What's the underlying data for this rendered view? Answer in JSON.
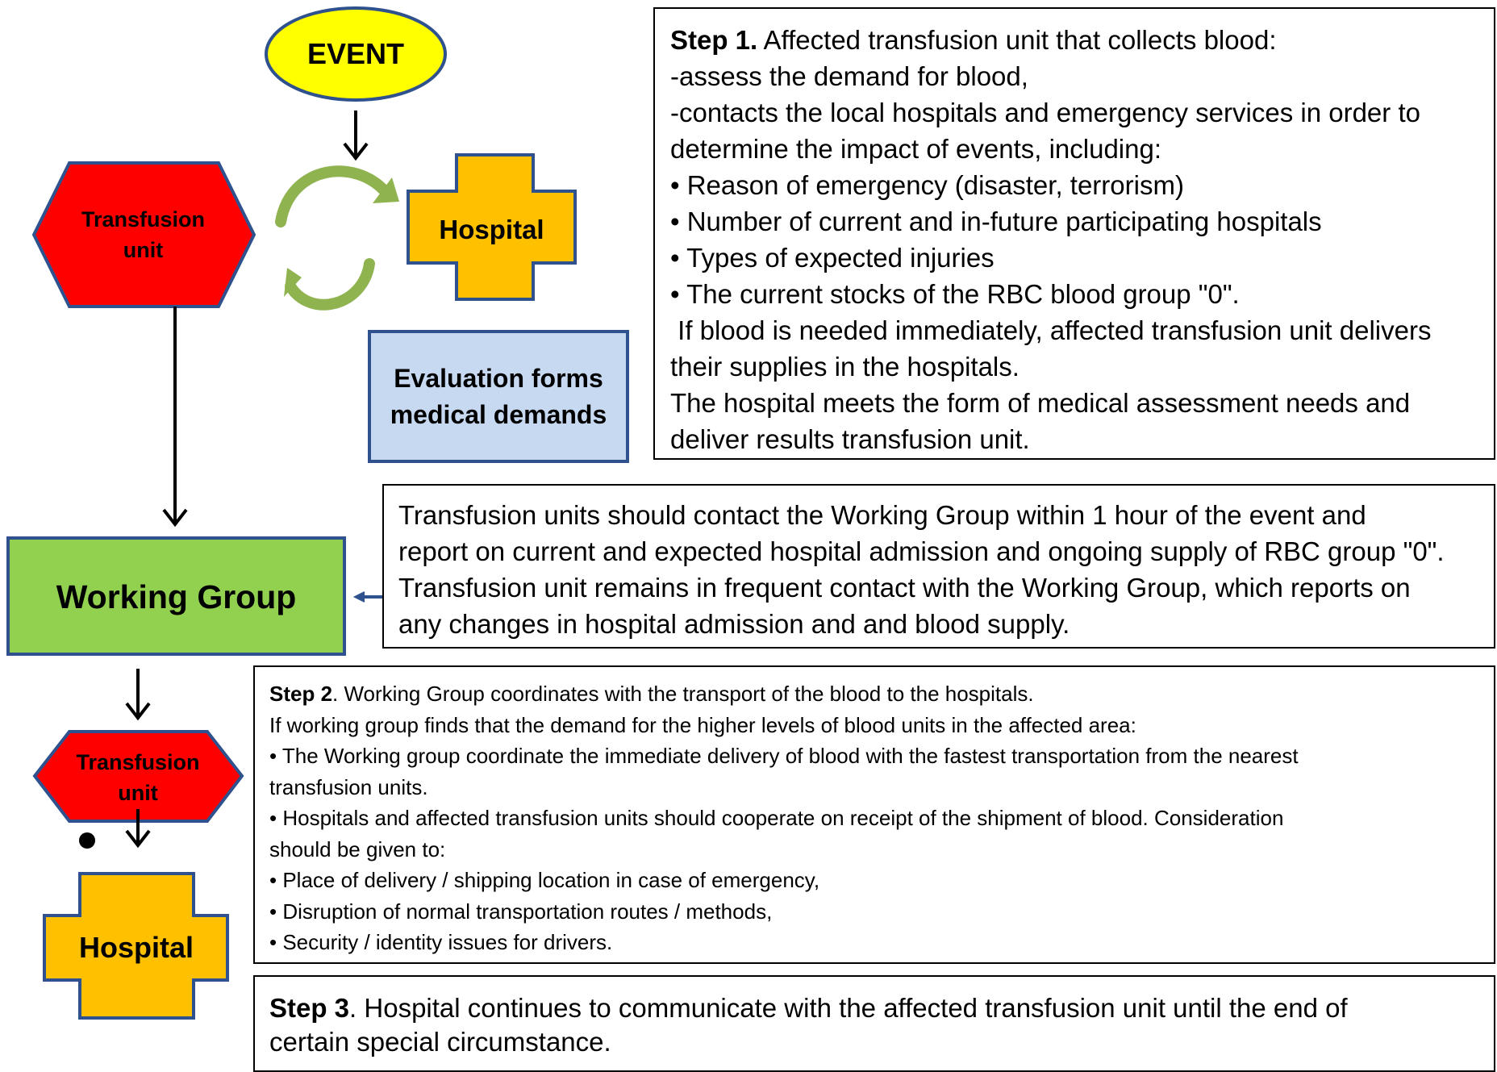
{
  "colors": {
    "event_fill": "#ffff00",
    "transfusion_fill": "#ff0000",
    "hospital_fill": "#ffc000",
    "shape_stroke": "#2f528f",
    "evaluation_fill": "#c6d9f1",
    "working_group_fill": "#92d050",
    "cycle_arrow": "#8fb34f"
  },
  "shapes": {
    "event": "EVENT",
    "transfusion_unit_top": "Transfusion unit",
    "hospital_top": "Hospital",
    "evaluation_line1": "Evaluation forms",
    "evaluation_line2": "medical demands",
    "working_group": "Working Group",
    "transfusion_unit_bottom": "Transfusion unit",
    "hospital_bottom": "Hospital"
  },
  "step1": {
    "title": "Step 1.",
    "intro": " Affected transfusion unit that collects blood:",
    "lines": [
      "-assess the demand for blood,",
      "-contacts the local hospitals and emergency services in order to",
      "determine the impact of events, including:",
      "• Reason of emergency (disaster, terrorism)",
      "• Number of current and in-future participating hospitals",
      "• Types of expected injuries",
      "• The current stocks of the RBC blood group \"0\".",
      " If blood is needed immediately, affected transfusion unit delivers",
      "their supplies in the hospitals.",
      "The hospital meets the form of medical assessment needs and",
      "deliver results transfusion unit."
    ]
  },
  "contact": {
    "lines": [
      "Transfusion units should contact the Working Group within 1 hour of the event and",
      "report on current and expected hospital admission and ongoing supply of RBC group \"0\".",
      "Transfusion unit remains in frequent contact with the Working Group, which reports on",
      "any changes in hospital admission and and blood supply."
    ]
  },
  "step2": {
    "title": "Step 2",
    "intro": ". Working Group coordinates with the transport of the blood to the hospitals.",
    "lines": [
      "If working group finds that the demand for the higher levels of blood units in the affected area:",
      "• The Working group coordinate the immediate delivery of blood with the fastest transportation from the nearest",
      "transfusion units.",
      "• Hospitals and affected transfusion units should cooperate on receipt of the shipment of blood. Consideration",
      "should be given to:",
      "• Place of delivery / shipping location in case of emergency,",
      "• Disruption of normal transportation routes / methods,",
      "• Security / identity issues for drivers."
    ]
  },
  "step3": {
    "title": "Step 3",
    "intro": ". Hospital continues to communicate with the affected transfusion unit until the end of",
    "line2": "certain special circumstance."
  }
}
